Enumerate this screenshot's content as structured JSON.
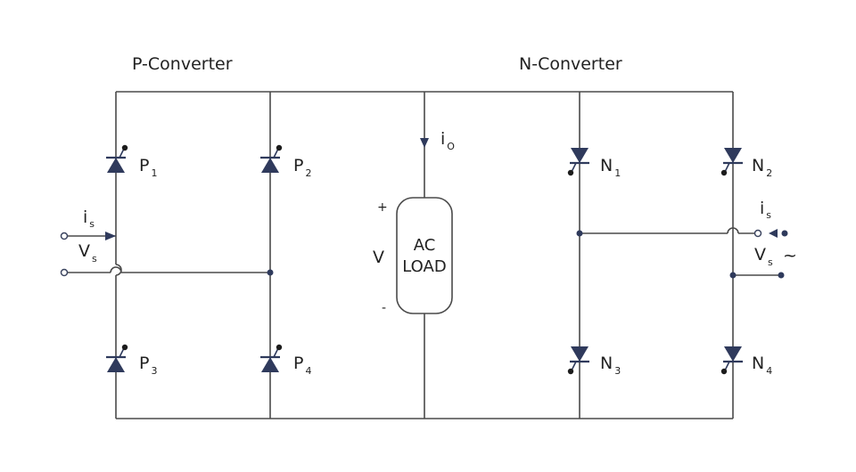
{
  "titles": {
    "left": "P-Converter",
    "right": "N-Converter"
  },
  "devices": {
    "p1": {
      "name": "P",
      "sub": "1"
    },
    "p2": {
      "name": "P",
      "sub": "2"
    },
    "p3": {
      "name": "P",
      "sub": "3"
    },
    "p4": {
      "name": "P",
      "sub": "4"
    },
    "n1": {
      "name": "N",
      "sub": "1"
    },
    "n2": {
      "name": "N",
      "sub": "2"
    },
    "n3": {
      "name": "N",
      "sub": "3"
    },
    "n4": {
      "name": "N",
      "sub": "4"
    }
  },
  "load": {
    "line1": "AC",
    "line2": "LOAD",
    "voltage": "V",
    "plus": "+",
    "minus": "-",
    "current": {
      "name": "i",
      "sub": "O"
    }
  },
  "source_left": {
    "current": {
      "name": "i",
      "sub": "s"
    },
    "voltage": {
      "name": "V",
      "sub": "s"
    }
  },
  "source_right": {
    "current": {
      "name": "i",
      "sub": "s"
    },
    "voltage": {
      "name": "V",
      "sub": "s"
    },
    "ac_symbol": "~"
  }
}
